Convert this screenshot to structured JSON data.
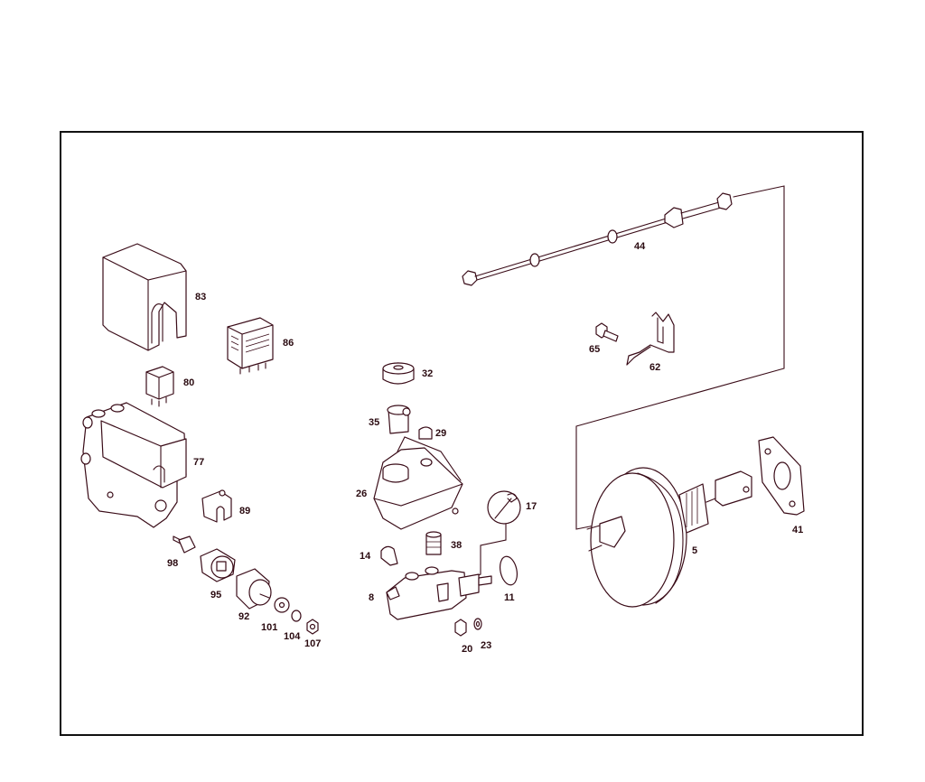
{
  "diagram": {
    "type": "exploded parts diagram",
    "subject": "brake master cylinder, brake booster and related components",
    "frame": {
      "color": "#111111"
    },
    "line_color": "#3a0c18",
    "labels": [
      {
        "id": "83",
        "part": "cover"
      },
      {
        "id": "86",
        "part": "relay"
      },
      {
        "id": "80",
        "part": "relay"
      },
      {
        "id": "77",
        "part": "hydraulic unit"
      },
      {
        "id": "89",
        "part": "bracket"
      },
      {
        "id": "98",
        "part": "bolt"
      },
      {
        "id": "95",
        "part": "rubber mount"
      },
      {
        "id": "92",
        "part": "rubber buffer"
      },
      {
        "id": "101",
        "part": "washer"
      },
      {
        "id": "104",
        "part": "spring washer"
      },
      {
        "id": "107",
        "part": "nut"
      },
      {
        "id": "32",
        "part": "cap"
      },
      {
        "id": "35",
        "part": "filter insert"
      },
      {
        "id": "29",
        "part": "cap"
      },
      {
        "id": "26",
        "part": "fluid reservoir"
      },
      {
        "id": "17",
        "part": "repair kit (wrench symbol)"
      },
      {
        "id": "14",
        "part": "plug"
      },
      {
        "id": "38",
        "part": "grommet"
      },
      {
        "id": "8",
        "part": "master cylinder"
      },
      {
        "id": "11",
        "part": "o-ring"
      },
      {
        "id": "20",
        "part": "nut"
      },
      {
        "id": "23",
        "part": "washer"
      },
      {
        "id": "44",
        "part": "brake line"
      },
      {
        "id": "65",
        "part": "bolt"
      },
      {
        "id": "62",
        "part": "bracket"
      },
      {
        "id": "5",
        "part": "brake booster"
      },
      {
        "id": "41",
        "part": "gasket"
      }
    ]
  }
}
